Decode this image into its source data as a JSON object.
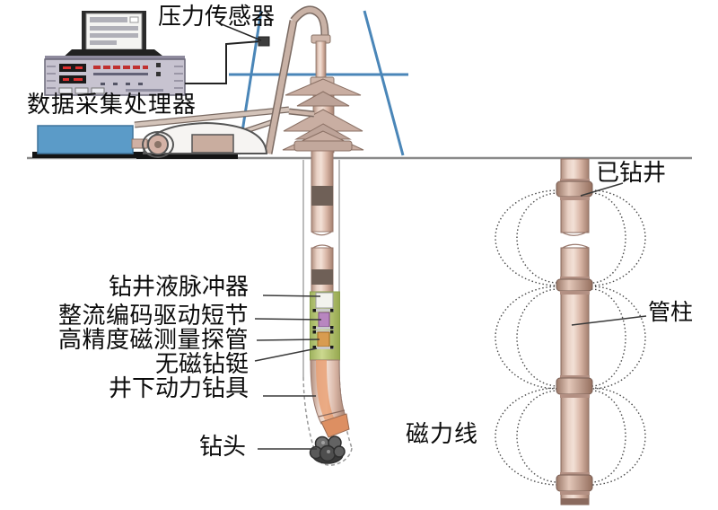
{
  "diagram": {
    "labels": {
      "pressure_sensor": "压力传感器",
      "data_processor": "数据采集处理器",
      "mud_pulser": "钻井液脉冲器",
      "encoder_sub": "整流编码驱动短节",
      "magnetic_probe": "高精度磁测量探管",
      "nonmagnetic_collar": "无磁钻铤",
      "downhole_motor": "井下动力钻具",
      "drill_bit": "钻头",
      "magnetic_field_lines": "磁力线",
      "drilled_well": "已钻井",
      "pipe_string": "管柱"
    },
    "colors": {
      "pipe_body": "#d9b6a6",
      "pipe_edge": "#8a6a5e",
      "pipe_band": "#6f6057",
      "green_housing": "#b9c87e",
      "purple_component": "#b886c0",
      "orange_component": "#d89c50",
      "white_component": "#f3f3ee",
      "mud_tank_blue": "#5b9bc8",
      "derrick_blue": "#4a86b8",
      "led_red": "#e03030",
      "device_body": "#c7c3d0",
      "ground_line": "#8a8a8a",
      "field_line_dots": "#4a4a4a",
      "drill_bit_gray": "#5a5a5a"
    }
  }
}
